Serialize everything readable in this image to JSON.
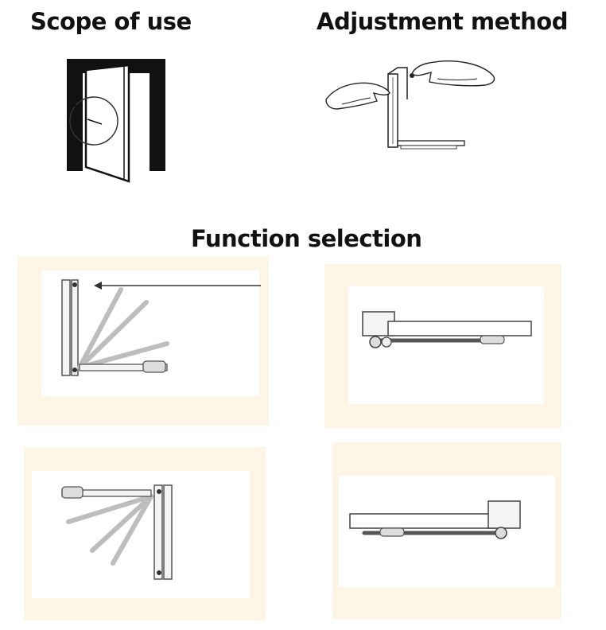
{
  "headings": {
    "scope_of_use": "Scope of use",
    "adjustment_method": "Adjustment method",
    "function_selection": "Function selection"
  },
  "colors": {
    "panel_cream": "#fdf6e6",
    "ink": "#1a1a1a",
    "steel_fill": "#f4f4f4",
    "steel_stroke": "#555555"
  },
  "panels": [
    {
      "id": "hinge-right-swing",
      "icon": "hinge-swing-right-icon"
    },
    {
      "id": "closer-left-mount",
      "icon": "closer-top-left-icon"
    },
    {
      "id": "hinge-left-swing",
      "icon": "hinge-swing-left-icon"
    },
    {
      "id": "closer-right-mount",
      "icon": "closer-top-right-icon"
    }
  ]
}
